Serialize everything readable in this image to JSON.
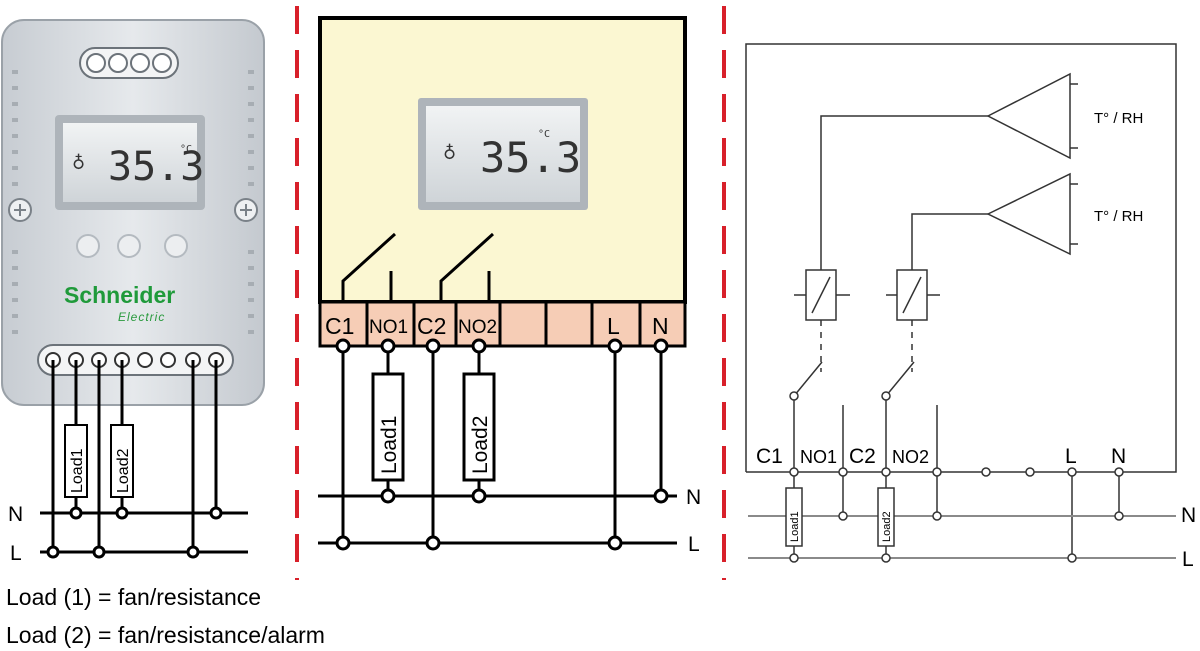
{
  "device": {
    "brand": "Schneider",
    "brand_sub": "Electric",
    "display_value": "35.3",
    "display_unit": "°C"
  },
  "terminals": [
    "C1",
    "NO1",
    "C2",
    "NO2",
    "",
    "",
    "L",
    "N"
  ],
  "loads": [
    "Load1",
    "Load2"
  ],
  "lines": {
    "neutral": "N",
    "live": "L"
  },
  "sensor_label": "T° / RH",
  "legend": [
    "Load (1) = fan/resistance",
    "Load (2) = fan/resistance/alarm"
  ],
  "colors": {
    "separator": "#d8202a",
    "terminal_fill": "#f6cdb6",
    "housing_fill": "#fbf7d2",
    "device_body": "#d9dde2",
    "brand_green": "#1f9a3a"
  }
}
